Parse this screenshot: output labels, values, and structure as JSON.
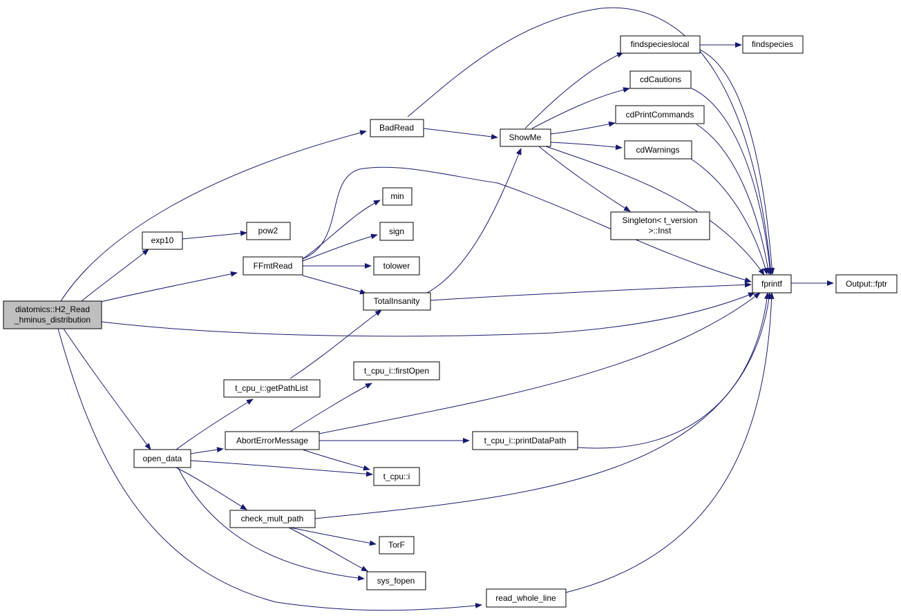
{
  "nodes": {
    "root": [
      "diatomics::H2_Read",
      "_hminus_distribution"
    ],
    "exp10": [
      "exp10"
    ],
    "pow2": [
      "pow2"
    ],
    "ffmtread": [
      "FFmtRead"
    ],
    "min": [
      "min"
    ],
    "sign": [
      "sign"
    ],
    "tolower": [
      "tolower"
    ],
    "totalinsanity": [
      "TotalInsanity"
    ],
    "badread": [
      "BadRead"
    ],
    "showme": [
      "ShowMe"
    ],
    "findspecieslocal": [
      "findspecieslocal"
    ],
    "findspecies": [
      "findspecies"
    ],
    "cdcautions": [
      "cdCautions"
    ],
    "cdprintcommands": [
      "cdPrintCommands"
    ],
    "cdwarnings": [
      "cdWarnings"
    ],
    "singleton": [
      "Singleton< t_version",
      ">::Inst"
    ],
    "fprintf": [
      "fprintf"
    ],
    "outputfptr": [
      "Output::fptr"
    ],
    "getpathlist": [
      "t_cpu_i::getPathList"
    ],
    "firstopen": [
      "t_cpu_i::firstOpen"
    ],
    "aborterror": [
      "AbortErrorMessage"
    ],
    "printdatapath": [
      "t_cpu_i::printDataPath"
    ],
    "opendata": [
      "open_data"
    ],
    "tcpui": [
      "t_cpu::i"
    ],
    "checkmult": [
      "check_mult_path"
    ],
    "torf": [
      "TorF"
    ],
    "sysfopen": [
      "sys_fopen"
    ],
    "readwholeline": [
      "read_whole_line"
    ]
  },
  "edges": [
    [
      "root",
      "badread"
    ],
    [
      "root",
      "exp10"
    ],
    [
      "root",
      "ffmtread"
    ],
    [
      "root",
      "fprintf"
    ],
    [
      "root",
      "opendata"
    ],
    [
      "root",
      "readwholeline"
    ],
    [
      "exp10",
      "pow2"
    ],
    [
      "ffmtread",
      "fprintf"
    ],
    [
      "ffmtread",
      "min"
    ],
    [
      "ffmtread",
      "sign"
    ],
    [
      "ffmtread",
      "tolower"
    ],
    [
      "ffmtread",
      "totalinsanity"
    ],
    [
      "badread",
      "showme"
    ],
    [
      "badread",
      "fprintf"
    ],
    [
      "showme",
      "findspecieslocal"
    ],
    [
      "showme",
      "cdcautions"
    ],
    [
      "showme",
      "cdprintcommands"
    ],
    [
      "showme",
      "cdwarnings"
    ],
    [
      "showme",
      "singleton"
    ],
    [
      "showme",
      "fprintf"
    ],
    [
      "findspecieslocal",
      "findspecies"
    ],
    [
      "findspecieslocal",
      "fprintf"
    ],
    [
      "cdcautions",
      "fprintf"
    ],
    [
      "cdprintcommands",
      "fprintf"
    ],
    [
      "cdwarnings",
      "fprintf"
    ],
    [
      "totalinsanity",
      "showme"
    ],
    [
      "totalinsanity",
      "fprintf"
    ],
    [
      "fprintf",
      "outputfptr"
    ],
    [
      "getpathlist",
      "totalinsanity"
    ],
    [
      "opendata",
      "getpathlist"
    ],
    [
      "opendata",
      "aborterror"
    ],
    [
      "opendata",
      "tcpui"
    ],
    [
      "opendata",
      "checkmult"
    ],
    [
      "opendata",
      "sysfopen"
    ],
    [
      "aborterror",
      "firstopen"
    ],
    [
      "aborterror",
      "fprintf"
    ],
    [
      "aborterror",
      "printdatapath"
    ],
    [
      "aborterror",
      "tcpui"
    ],
    [
      "printdatapath",
      "fprintf"
    ],
    [
      "checkmult",
      "fprintf"
    ],
    [
      "checkmult",
      "torf"
    ],
    [
      "checkmult",
      "sysfopen"
    ],
    [
      "readwholeline",
      "fprintf"
    ]
  ],
  "colors": {
    "edge": "#191970",
    "root_fill": "#bfbfbf",
    "node_fill": "#ffffff",
    "node_border": "#000000"
  }
}
